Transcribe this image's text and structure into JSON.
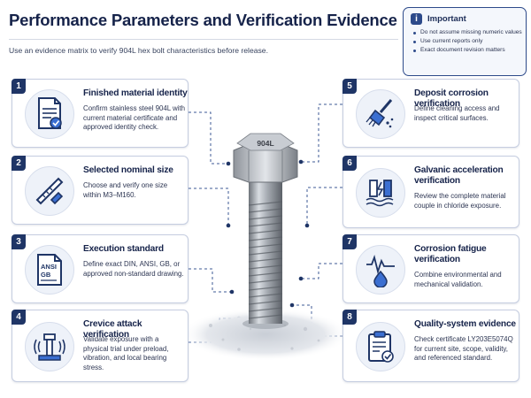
{
  "title": "Performance Parameters and Verification Evidence",
  "subtitle": "Use an evidence matrix to verify 904L hex bolt characteristics before release.",
  "important": {
    "title": "Important",
    "items": [
      "Do not assume missing numeric values",
      "Use current reports only",
      "Exact document revision matters"
    ]
  },
  "bolt": {
    "head_marking": "904L"
  },
  "cards": [
    {
      "num": "1",
      "title": "Finished material identity",
      "body": "Confirm stainless steel 904L with current material certificate and approved identity check.",
      "icon": "certificate-icon"
    },
    {
      "num": "2",
      "title": "Selected nominal size",
      "body": "Choose and verify one size within M3–M160.",
      "icon": "caliper-icon"
    },
    {
      "num": "3",
      "title": "Execution standard",
      "body": "Define exact DIN, ANSI, GB, or approved non-standard drawing.",
      "icon": "standard-document-icon",
      "icon_text": [
        "ANSI",
        "GB"
      ]
    },
    {
      "num": "4",
      "title": "Crevice attack verification",
      "body": "Validate exposure with a physical trial under preload, vibration, and local bearing stress.",
      "icon": "bolt-vibration-icon"
    },
    {
      "num": "5",
      "title": "Deposit corrosion verification",
      "body": "Define cleaning access and inspect critical surfaces.",
      "icon": "cleaning-brush-icon"
    },
    {
      "num": "6",
      "title": "Galvanic acceleration verification",
      "body": "Review the complete material couple in chloride exposure.",
      "icon": "galvanic-couple-icon"
    },
    {
      "num": "7",
      "title": "Corrosion fatigue verification",
      "body": "Combine environmental and mechanical validation.",
      "icon": "fatigue-waveform-icon"
    },
    {
      "num": "8",
      "title": "Quality-system evidence",
      "body": "Check certificate LY203E5074Q for current site, scope, validity, and referenced standard.",
      "icon": "clipboard-check-icon"
    }
  ]
}
